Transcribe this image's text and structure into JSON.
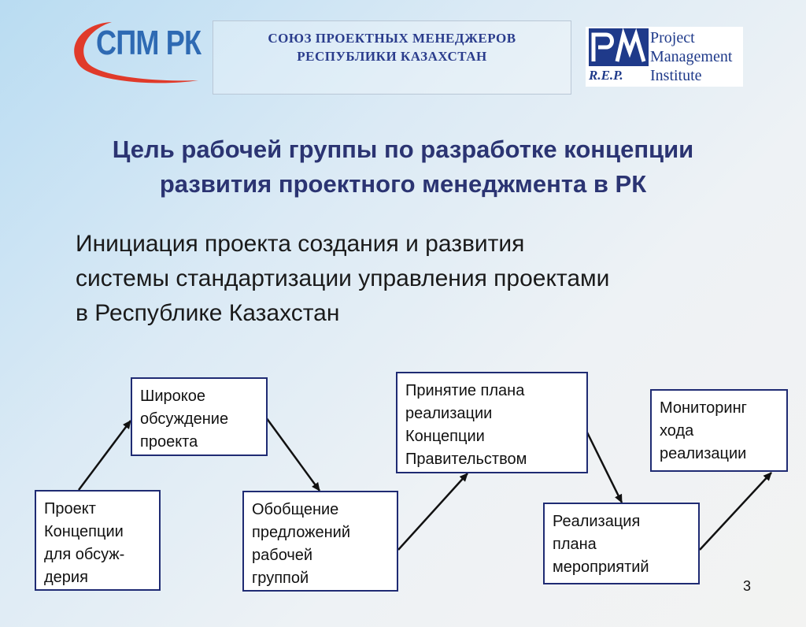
{
  "header": {
    "logo_left_text": "СПМ РК",
    "union_line_1": "СОЮЗ ПРОЕКТНЫХ МЕНЕДЖЕРОВ",
    "union_line_2": "РЕСПУБЛИКИ КАЗАХСТАН",
    "pmi_rep": "R.E.P.",
    "pmi_line_1": "Project",
    "pmi_line_2": "Management",
    "pmi_line_3": "Institute"
  },
  "title_line_1": "Цель рабочей группы по разработке концепции",
  "title_line_2": "развития  проектного менеджмента  в  РК",
  "subtitle_line_1": "Инициация проекта создания и развития",
  "subtitle_line_2": "системы  стандартизации управления проектами",
  "subtitle_line_3": "в Республике Казахстан",
  "flow": [
    {
      "lines": [
        "Проект",
        "Концепции",
        "для обсуж-",
        "дерия"
      ]
    },
    {
      "lines": [
        "Широкое",
        "обсуждение",
        "проекта"
      ]
    },
    {
      "lines": [
        "Обобщение",
        "предложений",
        "рабочей",
        "группой"
      ]
    },
    {
      "lines": [
        "Принятие плана",
        "реализации",
        "Концепции",
        "Правительством"
      ]
    },
    {
      "lines": [
        "Реализация",
        "плана",
        "мероприятий"
      ]
    },
    {
      "lines": [
        "Мониторинг",
        "хода",
        "реализации"
      ]
    }
  ],
  "page_number": "3",
  "colors": {
    "title": "#2b3472",
    "box_border": "#1f2b73",
    "logo_red": "#e03a2a",
    "logo_blue": "#2e6ab3"
  }
}
